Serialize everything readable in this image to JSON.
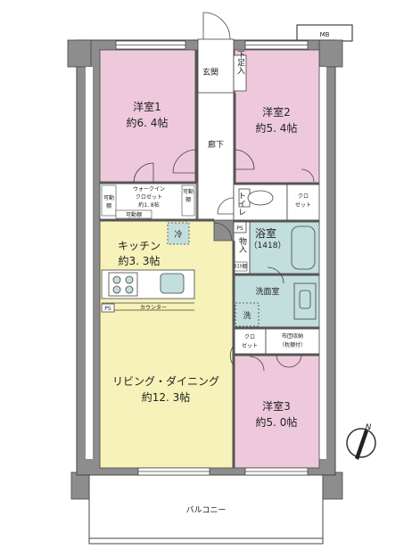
{
  "colors": {
    "bedroom": "#eec9dc",
    "ldk": "#f6f2b9",
    "bath": "#c2dedd",
    "wall": "#8d8d8d",
    "wall_dark": "#666666",
    "white": "#ffffff",
    "line": "#444444"
  },
  "rooms": {
    "bedroom1": {
      "name": "洋室1",
      "size": "約6. 4帖"
    },
    "bedroom2": {
      "name": "洋室2",
      "size": "約5. 4帖"
    },
    "bedroom3": {
      "name": "洋室3",
      "size": "約5. 0帖"
    },
    "kitchen": {
      "name": "キッチン",
      "size": "約3. 3帖"
    },
    "living": {
      "name": "リビング・ダイニング",
      "size": "約12. 3帖"
    },
    "walkin": {
      "name": "ウォークイン",
      "name2": "クロゼット",
      "size": "約1. 8帖"
    },
    "bath": {
      "name": "浴室",
      "size": "（1418）"
    },
    "washroom": {
      "name": "洗面室"
    }
  },
  "labels": {
    "mb": "MB",
    "genkan": "玄関",
    "shita_shu": "下足入",
    "rouka": "廊下",
    "toilet": "トイレ",
    "closet": "クロ",
    "closet2": "ゼット",
    "ps1": "PS",
    "ps2": "PS",
    "monoire": "物入",
    "rei": "冷",
    "sen": "洗",
    "counter": "カウンター",
    "kadou": "可動",
    "tana": "棚",
    "kadoutana": "可動棚",
    "futon1": "布団収納",
    "futon2": "（枕棚付）",
    "small_box": "ﾀｽｸ棚",
    "balcony": "バルコニー",
    "north": "N"
  }
}
